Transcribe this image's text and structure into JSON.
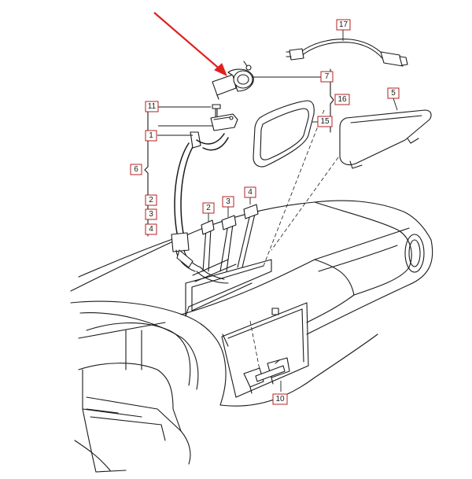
{
  "colors": {
    "line": "#1a1a1a",
    "callout": "#b22222",
    "arrow": "#e02020",
    "background": "#ffffff"
  },
  "callouts": {
    "c1": "1",
    "c2a": "2",
    "c2b": "2",
    "c3a": "3",
    "c3b": "3",
    "c4a": "4",
    "c4b": "4",
    "c5": "5",
    "c6": "6",
    "c7": "7",
    "c10": "10",
    "c11": "11",
    "c15": "15",
    "c16": "16",
    "c17": "17"
  }
}
